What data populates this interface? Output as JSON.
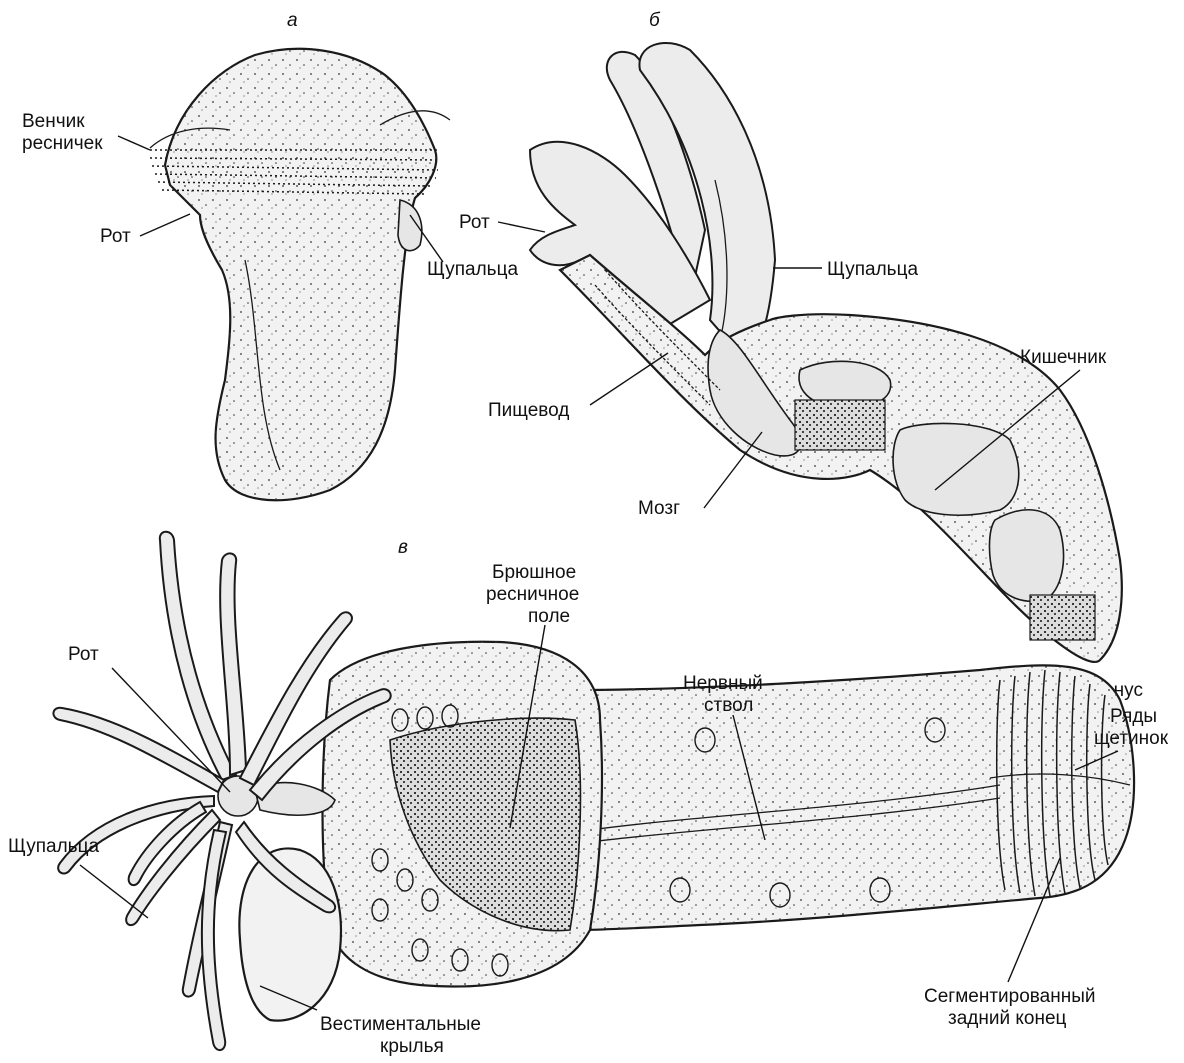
{
  "panels": {
    "a": {
      "letter": "а",
      "labels": {
        "cilia_crown": [
          "Венчик",
          "ресничек"
        ],
        "mouth": "Рот",
        "tentacles": "Щупальца"
      }
    },
    "b": {
      "letter": "б",
      "labels": {
        "mouth": "Рот",
        "tentacles": "Щупальца",
        "intestine": "Кишечник",
        "esophagus": "Пищевод",
        "brain": "Мозг",
        "anus": "Анус"
      }
    },
    "c": {
      "letter": "в",
      "labels": {
        "ventral_ciliary_field": [
          "Брюшное",
          "ресничное",
          "поле"
        ],
        "mouth": "Рот",
        "nerve_trunk": [
          "Нервный",
          "ствол"
        ],
        "bristle_rows": [
          "Ряды",
          "щетинок"
        ],
        "tentacles": "Щупальца",
        "vestimental_wings": [
          "Вестиментальные",
          "крылья"
        ],
        "segmented_posterior": [
          "Сегментированный",
          "задний конец"
        ]
      }
    }
  },
  "colors": {
    "ink": "#1a1a1a",
    "fill": "#f2f2f2",
    "organ": "#e6e6e6"
  }
}
